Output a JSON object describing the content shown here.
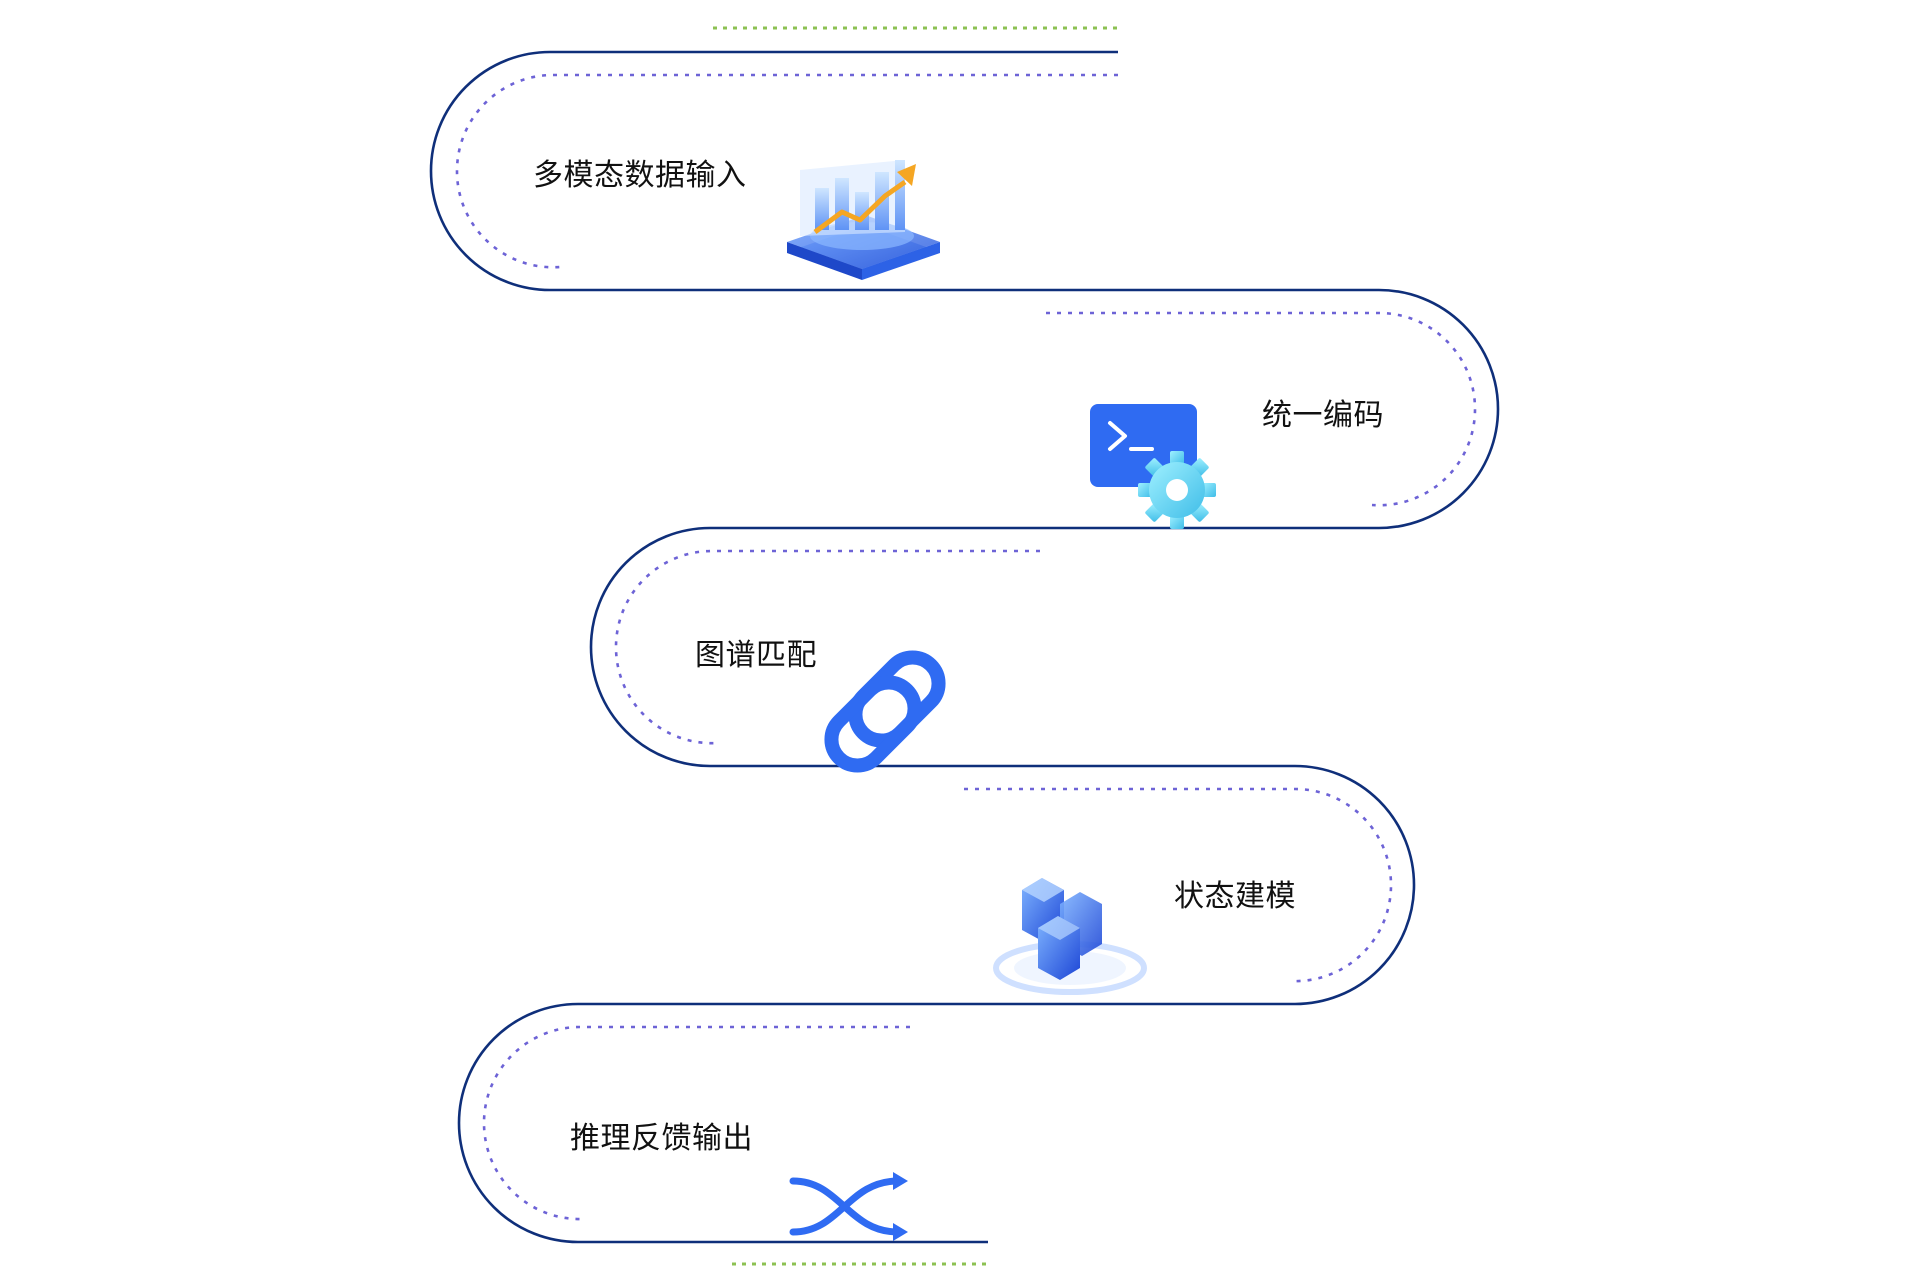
{
  "steps": [
    {
      "label": "多模态数据输入",
      "icon": "bar-chart-rising-icon"
    },
    {
      "label": "统一编码",
      "icon": "terminal-gear-icon"
    },
    {
      "label": "图谱匹配",
      "icon": "chain-link-icon"
    },
    {
      "label": "状态建模",
      "icon": "cube-stack-icon"
    },
    {
      "label": "推理反馈输出",
      "icon": "shuffle-arrows-icon"
    }
  ],
  "colors": {
    "path_solid": "#0f2f7a",
    "path_dotted": "#6d63d6",
    "end_dotted": "#8cc152",
    "icon_primary": "#2f6bf2",
    "icon_dark": "#1f4fd8",
    "icon_light": "#9fd4ff",
    "icon_cyan": "#53d3ee",
    "icon_orange": "#f5a623"
  }
}
